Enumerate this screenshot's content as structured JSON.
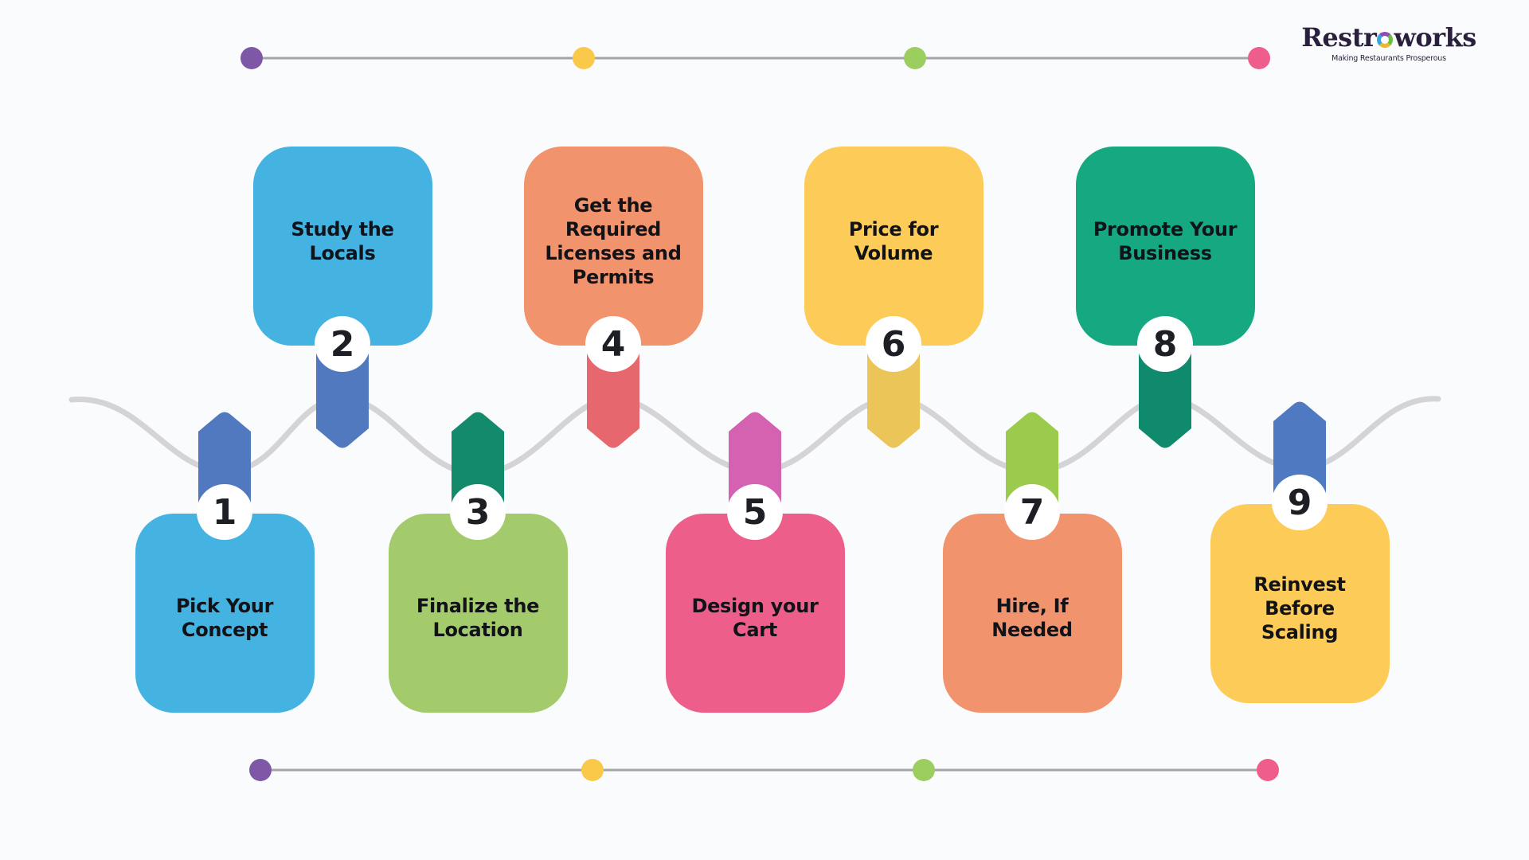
{
  "brand": {
    "name_left": "Restr",
    "name_right": "works",
    "tagline": "Making Restaurants Prosperous",
    "logo_ring_colors": [
      "#8a4fb0",
      "#6cbf3d",
      "#f0b62c",
      "#2fa8df"
    ]
  },
  "colors": {
    "wave": "#d4d4d6",
    "timeline_line": "#a5a5a8",
    "badge_background": "#ffffff",
    "text": "#111318"
  },
  "timelines": [
    {
      "dots": [
        "#7e57a6",
        "#fbc94a",
        "#9bcd5f",
        "#ee5d8b"
      ]
    },
    {
      "dots": [
        "#7e57a6",
        "#fbc94a",
        "#9bcd5f",
        "#ee5d8b"
      ]
    }
  ],
  "steps": [
    {
      "number": "1",
      "label": "Pick Your\nConcept",
      "box_color": "#44b3e2",
      "tab_color": "#5079c0",
      "position": "bottom"
    },
    {
      "number": "2",
      "label": "Study the\nLocals",
      "box_color": "#44b3e2",
      "tab_color": "#5079c0",
      "position": "top"
    },
    {
      "number": "3",
      "label": "Finalize the\nLocation",
      "box_color": "#a3cb6b",
      "tab_color": "#138a6c",
      "position": "bottom"
    },
    {
      "number": "4",
      "label": "Get the\nRequired\nLicenses and\nPermits",
      "box_color": "#f1936c",
      "tab_color": "#e7676f",
      "position": "top"
    },
    {
      "number": "5",
      "label": "Design your\nCart",
      "box_color": "#ed5e8a",
      "tab_color": "#d462b0",
      "position": "bottom"
    },
    {
      "number": "6",
      "label": "Price for\nVolume",
      "box_color": "#fdcc58",
      "tab_color": "#ebc557",
      "position": "top"
    },
    {
      "number": "7",
      "label": "Hire, If Needed",
      "box_color": "#f1936c",
      "tab_color": "#9bcb4c",
      "position": "bottom"
    },
    {
      "number": "8",
      "label": "Promote Your\nBusiness",
      "box_color": "#16a981",
      "tab_color": "#108a6c",
      "position": "top"
    },
    {
      "number": "9",
      "label": "Reinvest\nBefore Scaling",
      "box_color": "#fdcc58",
      "tab_color": "#4f79c1",
      "position": "bottom"
    }
  ]
}
